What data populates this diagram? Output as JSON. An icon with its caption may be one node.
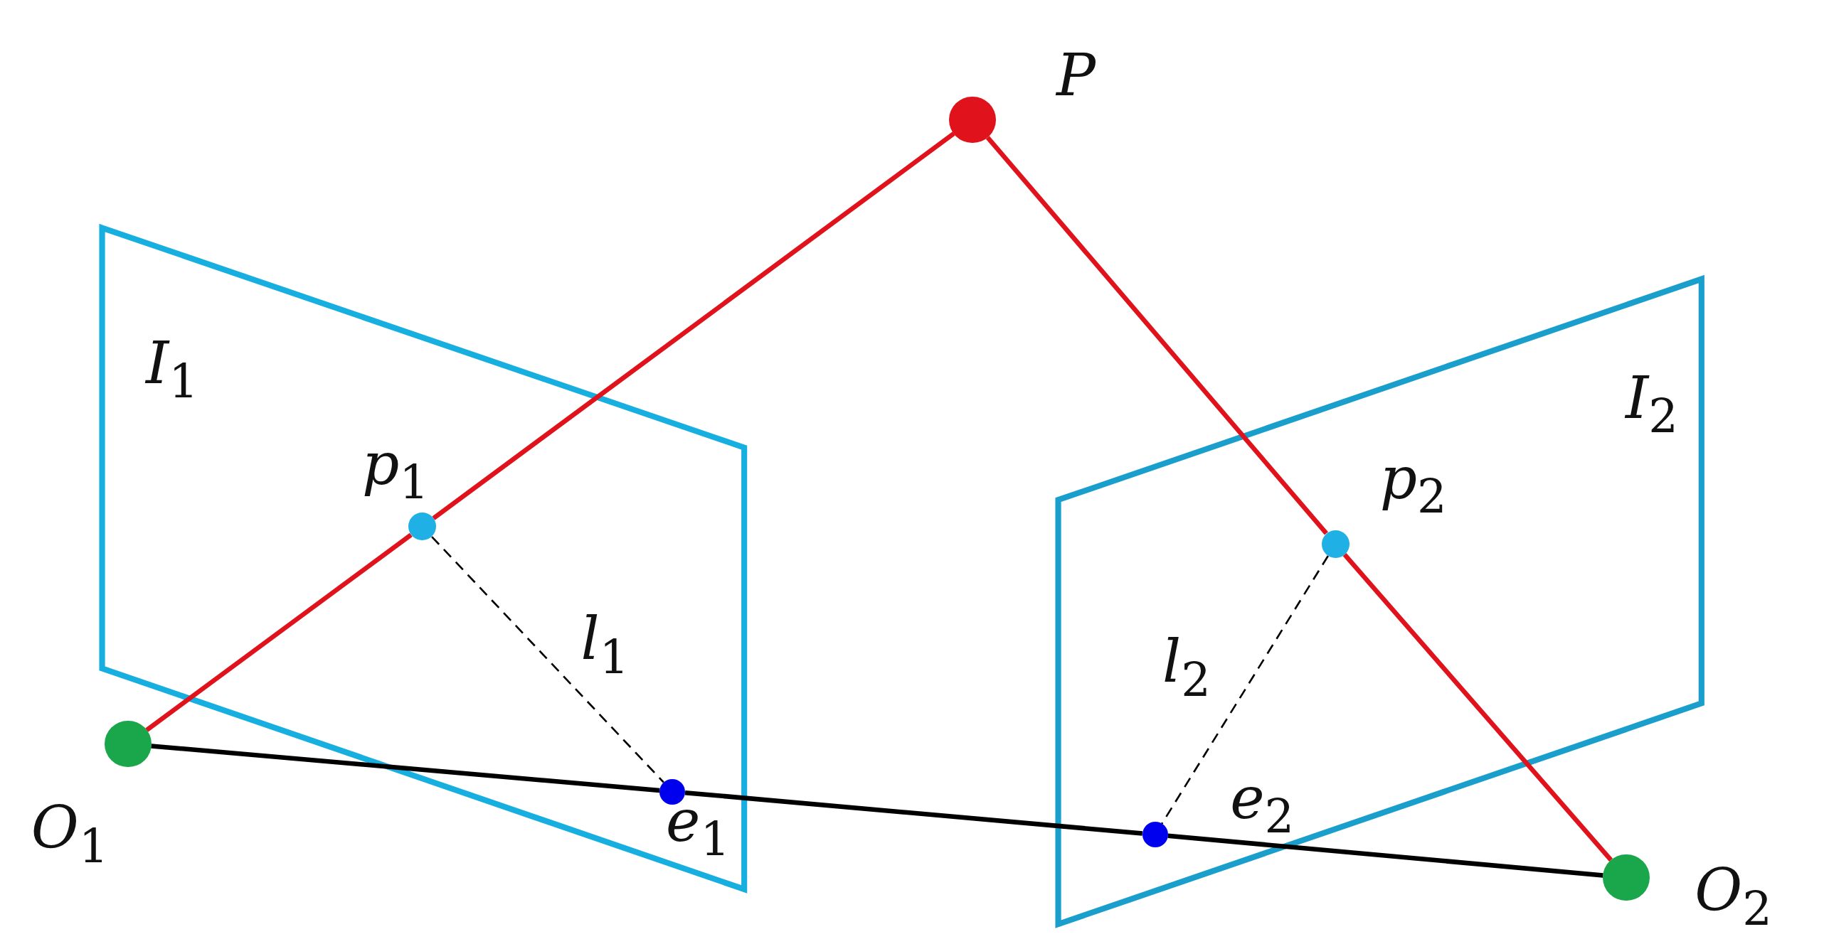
{
  "diagram": {
    "nodes": [
      {
        "text": [],
        "shape": "circle",
        "beside": [
          "P"
        ]
      },
      {
        "text": [
          "I$_{1}$"
        ]
      },
      {
        "text": [],
        "shape": "circle",
        "beside": [
          "p$_{1}$"
        ],
        "in": 1
      },
      {
        "text": [],
        "shape": "circle",
        "beside": [
          "e$_{1}$"
        ],
        "in": 1
      },
      {
        "text": [
          "I$_{2}$"
        ]
      },
      {
        "text": [],
        "shape": "circle",
        "beside": [
          "p$_{2}$"
        ],
        "in": 4
      },
      {
        "text": [],
        "shape": "circle",
        "beside": [
          "e$_{2}$"
        ],
        "in": 4
      },
      {
        "text": [],
        "shape": "circle",
        "beside": [
          "O$_{1}$"
        ]
      },
      {
        "text": [],
        "shape": "circle",
        "beside": [
          "O$_{2}$"
        ]
      }
    ],
    "edges": [
      {
        "from": 7,
        "to": 2,
        "arrow": "none",
        "color": "#e0121b"
      },
      {
        "from": 2,
        "to": 0,
        "arrow": "none",
        "color": "#e0121b"
      },
      {
        "from": 8,
        "to": 5,
        "arrow": "none",
        "color": "#e0121b"
      },
      {
        "from": 5,
        "to": 0,
        "arrow": "none",
        "color": "#e0121b"
      },
      {
        "from": 7,
        "to": 3,
        "arrow": "none"
      },
      {
        "from": 3,
        "to": 6,
        "arrow": "none"
      },
      {
        "from": 6,
        "to": 8,
        "arrow": "none"
      },
      {
        "from": 2,
        "to": 3,
        "arrow": "none",
        "style": "dashed",
        "label": "l$_{1}$"
      },
      {
        "from": 5,
        "to": 6,
        "arrow": "none",
        "style": "dashed",
        "label": "l$_{2}$"
      }
    ]
  }
}
